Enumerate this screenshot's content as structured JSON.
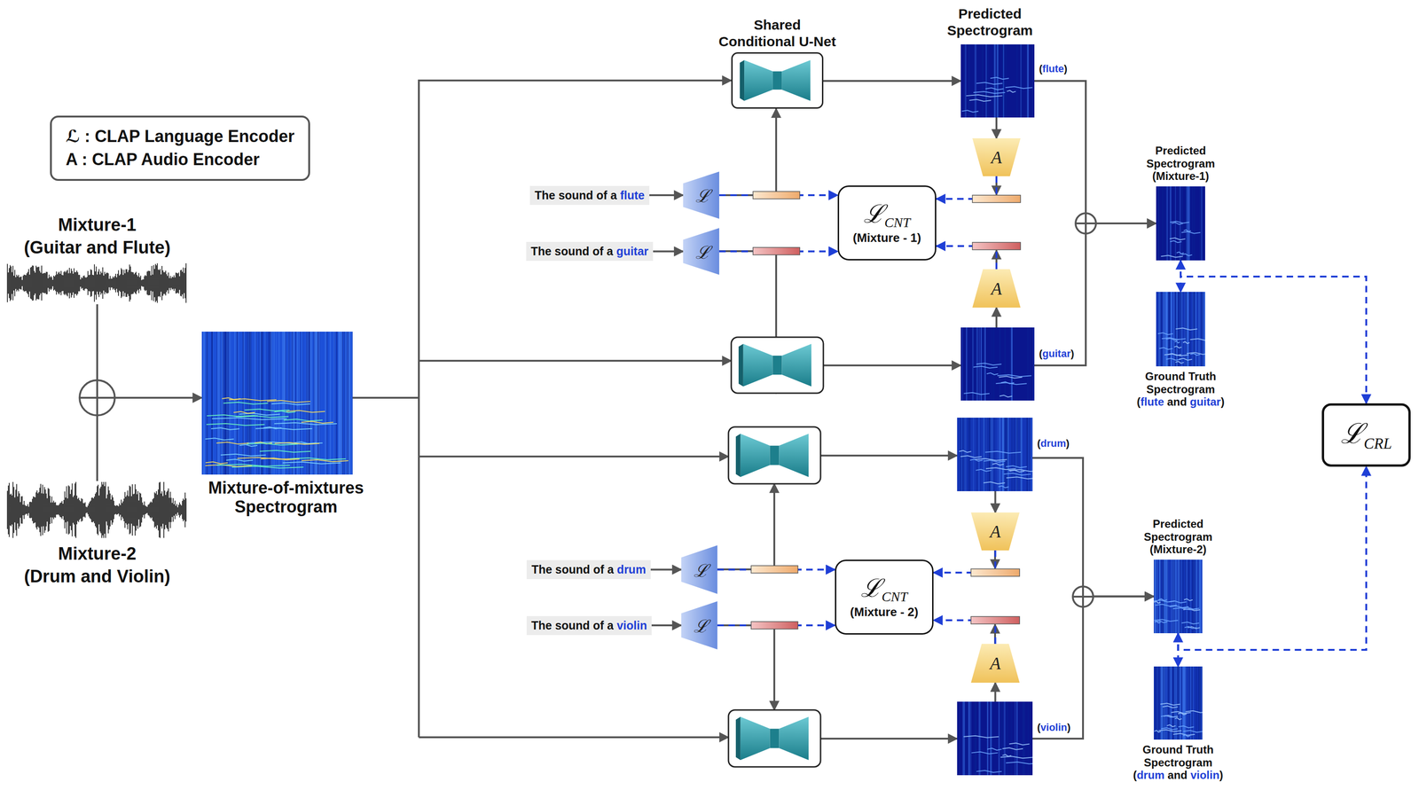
{
  "diagram": {
    "nodes": [
      {
        "text": [
          "ℒ : CLAP Language Encoder",
          "A : CLAP Audio Encoder"
        ]
      },
      {
        "text": [
          "Mixture-1 (Guitar and Flute)"
        ]
      },
      {
        "text": [
          "Mixture-2 (Drum and Violin)"
        ]
      },
      {
        "text": [
          "Mixture-of-mixtures Spectrogram"
        ]
      },
      {
        "text": [
          "Shared Conditional U-Net"
        ]
      },
      {
        "text": [
          "The sound of a flute"
        ]
      },
      {
        "text": [
          "ℒ"
        ]
      },
      {
        "text": [
          "The sound of a guitar"
        ]
      },
      {
        "text": [
          "ℒ"
        ]
      },
      {
        "text": [
          "ℒCNT",
          "(Mixture - 1)"
        ]
      },
      {
        "text": [
          "(flute)"
        ]
      },
      {
        "text": [
          "A"
        ]
      },
      {
        "text": [
          "A"
        ]
      },
      {
        "text": [
          "(guitar)"
        ]
      },
      {
        "text": [
          "Predicted Spectrogram (Mixture-1)"
        ]
      },
      {
        "text": [
          "Ground Truth Spectrogram (flute and guitar)"
        ]
      },
      {
        "text": [
          "ℒCRL"
        ]
      },
      {
        "text": [
          "(drum)"
        ]
      },
      {
        "text": [
          "A"
        ]
      },
      {
        "text": [
          "The sound of a drum"
        ]
      },
      {
        "text": [
          "ℒ"
        ]
      },
      {
        "text": [
          "ℒCNT",
          "(Mixture - 2)"
        ]
      },
      {
        "text": [
          "The sound of a violin"
        ]
      },
      {
        "text": [
          "ℒ"
        ]
      },
      {
        "text": [
          "A"
        ]
      },
      {
        "text": [
          "(violin)"
        ]
      },
      {
        "text": [
          "Predicted Spectrogram (Mixture-2)"
        ]
      },
      {
        "text": [
          "Ground Truth Spectrogram (drum and violin)"
        ]
      }
    ],
    "edges": [
      {
        "from": 1,
        "to": 3,
        "arrow": "to"
      },
      {
        "from": 2,
        "to": 3,
        "arrow": "to"
      },
      {
        "from": 3,
        "to": 4,
        "arrow": "to"
      },
      {
        "from": 5,
        "to": 6,
        "arrow": "to"
      },
      {
        "from": 7,
        "to": 8,
        "arrow": "to"
      },
      {
        "from": 6,
        "to": 4,
        "arrow": "to"
      },
      {
        "from": 6,
        "to": 9,
        "arrow": "to"
      },
      {
        "from": 8,
        "to": 9,
        "arrow": "to"
      },
      {
        "from": 4,
        "to": 10,
        "arrow": "to"
      },
      {
        "from": 10,
        "to": 11,
        "arrow": "to"
      },
      {
        "from": 11,
        "to": 9,
        "arrow": "to"
      },
      {
        "from": 13,
        "to": 12,
        "arrow": "to"
      },
      {
        "from": 12,
        "to": 9,
        "arrow": "to"
      },
      {
        "from": 10,
        "to": 14,
        "arrow": "to"
      },
      {
        "from": 13,
        "to": 14,
        "arrow": "to"
      },
      {
        "from": 14,
        "to": 15,
        "arrow": "both"
      },
      {
        "from": 14,
        "to": 16,
        "arrow": "to"
      },
      {
        "from": 19,
        "to": 20,
        "arrow": "to"
      },
      {
        "from": 22,
        "to": 23,
        "arrow": "to"
      },
      {
        "from": 20,
        "to": 21,
        "arrow": "to"
      },
      {
        "from": 23,
        "to": 21,
        "arrow": "to"
      },
      {
        "from": 17,
        "to": 18,
        "arrow": "to"
      },
      {
        "from": 18,
        "to": 21,
        "arrow": "to"
      },
      {
        "from": 25,
        "to": 24,
        "arrow": "to"
      },
      {
        "from": 24,
        "to": 21,
        "arrow": "to"
      },
      {
        "from": 17,
        "to": 26,
        "arrow": "to"
      },
      {
        "from": 25,
        "to": 26,
        "arrow": "to"
      },
      {
        "from": 26,
        "to": 27,
        "arrow": "both"
      },
      {
        "from": 26,
        "to": 16,
        "arrow": "to"
      }
    ],
    "labels": [
      "Predicted Spectrogram"
    ]
  }
}
